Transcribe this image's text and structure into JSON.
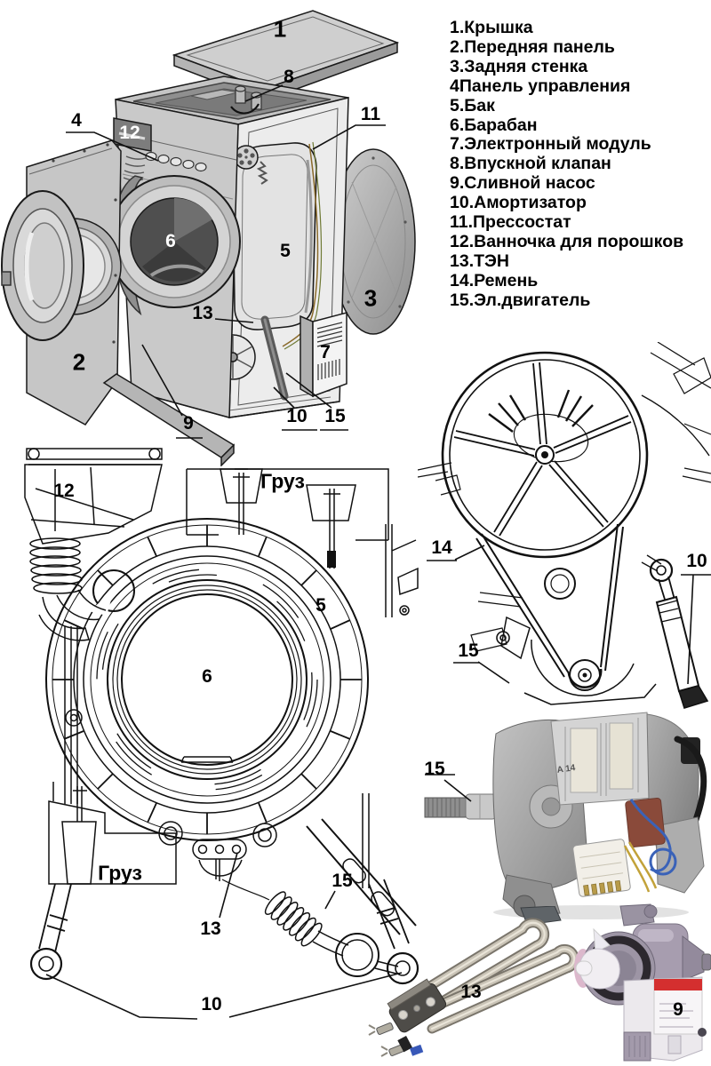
{
  "page": {
    "background": "#ffffff",
    "description": "Схема устройства стиральной машины"
  },
  "legend": {
    "items": [
      "1.Крышка",
      "2.Передняя панель",
      "3.Задняя стенка",
      "4Панель управления",
      "5.Бак",
      "6.Барабан",
      "7.Электронный модуль",
      "8.Впускной клапан",
      "9.Сливной насос",
      "10.Амортизатор",
      "11.Прессостат",
      "12.Ванночка для порошков",
      "13.ТЭН",
      "14.Ремень",
      "15.Эл.двигатель"
    ]
  },
  "figures": {
    "exploded_view": {
      "callouts": {
        "lid": "1",
        "front_panel": "2",
        "rear_wall": "3",
        "control_panel": "4",
        "tank": "5",
        "drum": "6",
        "electronic_module": "7",
        "inlet_valve": "8",
        "drain_pump": "9",
        "shock_absorber": "10",
        "pressostat": "11",
        "detergent_tray": "12",
        "heater": "13",
        "motor": "15"
      }
    },
    "tub_front_view": {
      "callouts": {
        "detergent_tray": "12",
        "counterweight_top": "Груз",
        "tank": "5",
        "drum": "6",
        "counterweight_left": "Груз",
        "motor": "15",
        "heater": "13",
        "shock_absorbers": "10"
      }
    },
    "belt_drive_view": {
      "callouts": {
        "belt": "14",
        "shock_absorber": "10",
        "motor": "15"
      }
    },
    "motor_photo": {
      "callout": "15",
      "marking": "A 14"
    },
    "heater_photo": {
      "callout": "13"
    },
    "pump_photo": {
      "callout": "9"
    }
  },
  "colors": {
    "line": "#1a1a1a",
    "machine_gray_light": "#cccccc",
    "machine_gray_mid": "#a8a8a8",
    "machine_gray_dark": "#6f6f6f",
    "pump_lilac": "#a79daf",
    "pump_label_red": "#d42f2f",
    "motor_metal": "#9c9c9c",
    "heater_steel": "#c9c3b6",
    "wire_blue": "#3a62b8",
    "wire_yellow": "#c2a23a"
  }
}
